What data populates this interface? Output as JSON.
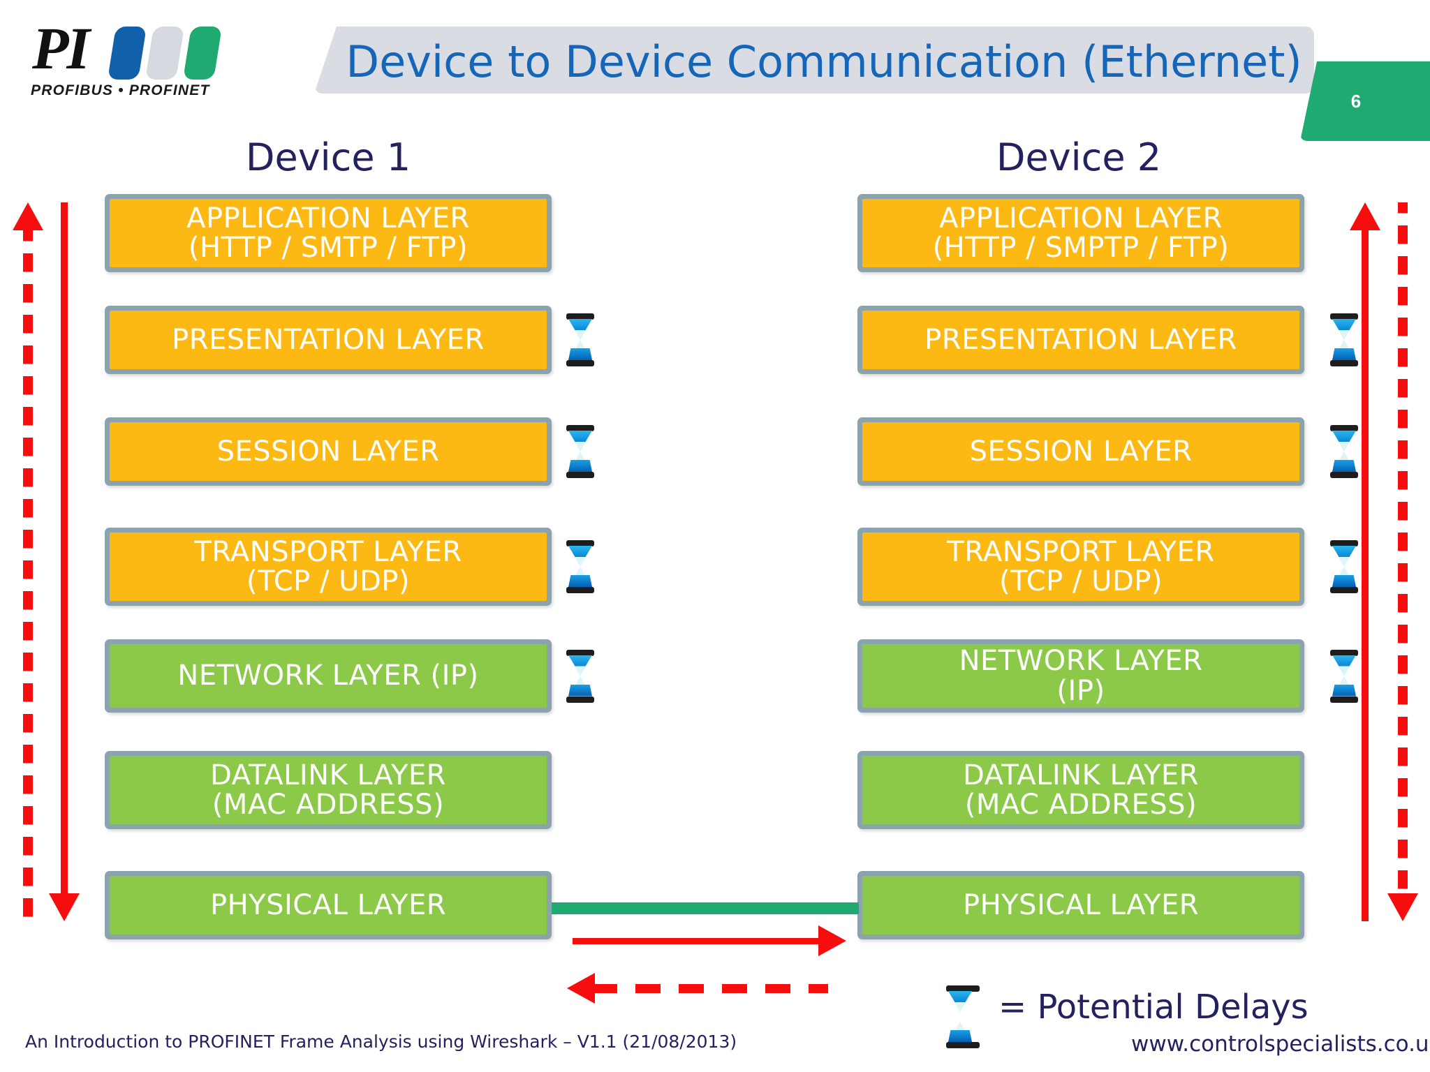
{
  "slide": {
    "title": "Device to Device Communication (Ethernet)",
    "page_number": "6",
    "footer_note": "An Introduction to PROFINET Frame Analysis using Wireshark – V1.1 (21/08/2013)",
    "site_url": "www.controlspecialists.co.uk"
  },
  "logo": {
    "mark": "PI",
    "subtitle": "PROFIBUS • PROFINET",
    "colors": {
      "blue": "#1160aa",
      "grey": "#d6dae0",
      "green": "#1faa72"
    }
  },
  "colors": {
    "title_blue": "#1565b8",
    "banner_grey": "#d9dce3",
    "badge_green": "#1faa72",
    "box_border_grey": "#8aa3ac",
    "layer_amber": "#fcb813",
    "layer_green": "#8cc949",
    "arrow_red": "#f60d0d",
    "cable_green": "#1faa72",
    "heading_navy": "#23215e"
  },
  "devices": [
    {
      "name": "Device 1",
      "layers": [
        {
          "lines": [
            "APPLICATION LAYER",
            "(HTTP / SMTP / FTP)"
          ],
          "fill": "amber",
          "delay": false
        },
        {
          "lines": [
            "PRESENTATION LAYER"
          ],
          "fill": "amber",
          "delay": true
        },
        {
          "lines": [
            "SESSION LAYER"
          ],
          "fill": "amber",
          "delay": true
        },
        {
          "lines": [
            "TRANSPORT LAYER",
            "(TCP / UDP)"
          ],
          "fill": "amber",
          "delay": true
        },
        {
          "lines": [
            "NETWORK LAYER (IP)"
          ],
          "fill": "green",
          "delay": true
        },
        {
          "lines": [
            "DATALINK LAYER",
            "(MAC ADDRESS)"
          ],
          "fill": "green",
          "delay": false
        },
        {
          "lines": [
            "PHYSICAL LAYER"
          ],
          "fill": "green",
          "delay": false
        }
      ]
    },
    {
      "name": "Device 2",
      "layers": [
        {
          "lines": [
            "APPLICATION LAYER",
            "(HTTP / SMPTP / FTP)"
          ],
          "fill": "amber",
          "delay": false
        },
        {
          "lines": [
            "PRESENTATION LAYER"
          ],
          "fill": "amber",
          "delay": true
        },
        {
          "lines": [
            "SESSION LAYER"
          ],
          "fill": "amber",
          "delay": true
        },
        {
          "lines": [
            "TRANSPORT LAYER",
            "(TCP / UDP)"
          ],
          "fill": "amber",
          "delay": true
        },
        {
          "lines": [
            "NETWORK LAYER",
            "(IP)"
          ],
          "fill": "green",
          "delay": true
        },
        {
          "lines": [
            "DATALINK LAYER",
            "(MAC ADDRESS)"
          ],
          "fill": "green",
          "delay": false
        },
        {
          "lines": [
            "PHYSICAL LAYER"
          ],
          "fill": "green",
          "delay": false
        }
      ]
    }
  ],
  "legend": {
    "icon": "hourglass-icon",
    "text": "= Potential Delays"
  },
  "flows": {
    "device1_outer": {
      "direction": "up",
      "style": "dashed"
    },
    "device1_inner": {
      "direction": "down",
      "style": "solid"
    },
    "device2_inner": {
      "direction": "up",
      "style": "solid"
    },
    "device2_outer": {
      "direction": "down",
      "style": "dashed"
    },
    "link_forward": {
      "direction": "right",
      "style": "solid"
    },
    "link_return": {
      "direction": "left",
      "style": "dashed"
    }
  }
}
